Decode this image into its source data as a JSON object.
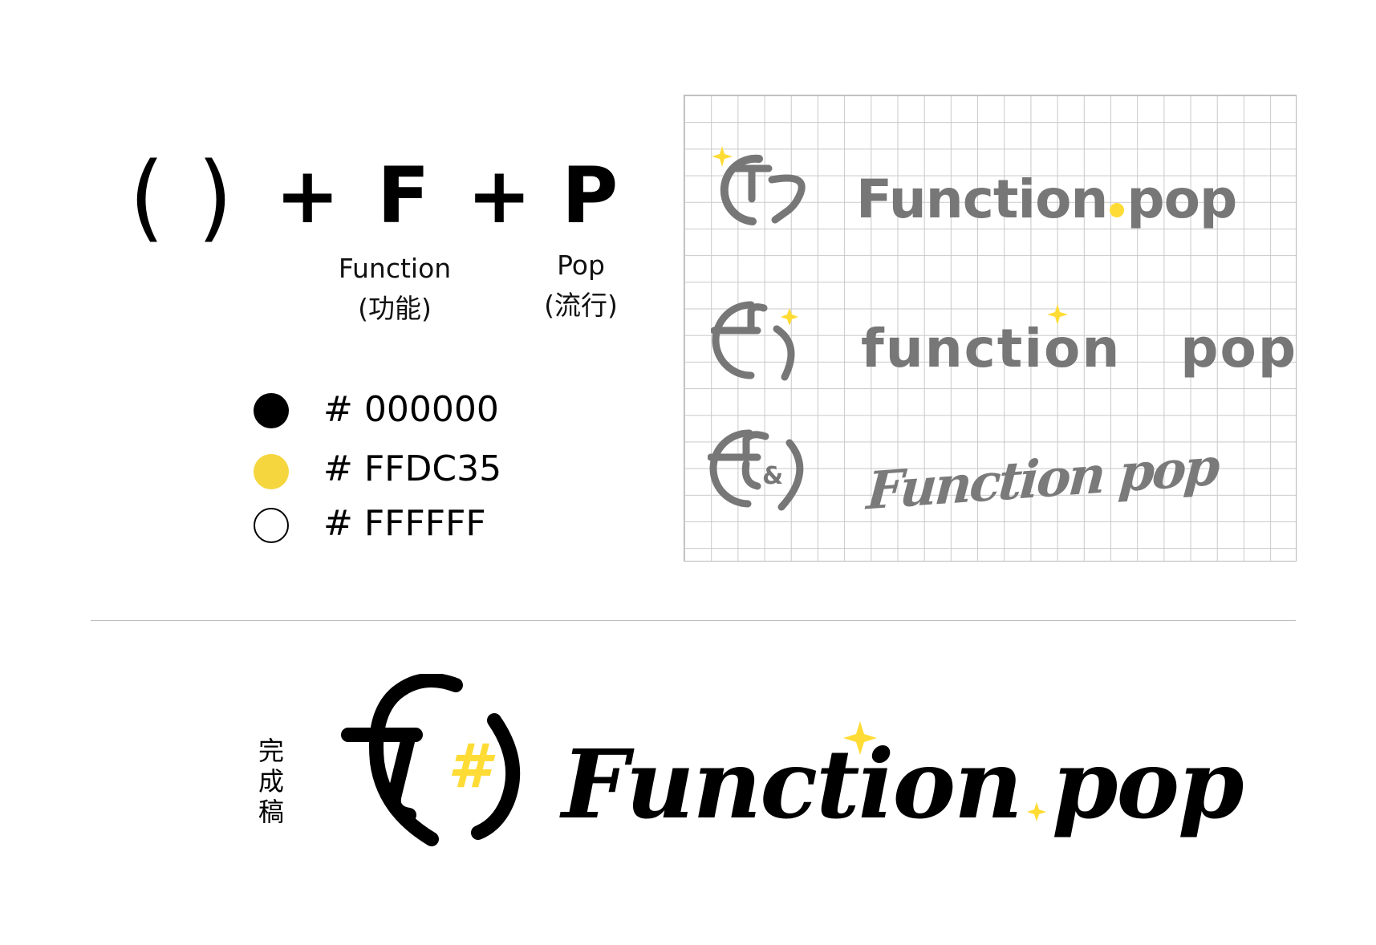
{
  "formula": {
    "paren_open": "(",
    "paren_close": ")",
    "plus": "+",
    "letter_f": "F",
    "letter_p": "P",
    "caption_f": {
      "en": "Function",
      "zh": "(功能)"
    },
    "caption_p": {
      "en": "Pop",
      "zh": "(流行)"
    }
  },
  "palette": [
    {
      "label": "# 000000",
      "color": "#000000"
    },
    {
      "label": "# FFDC35",
      "color": "#F5D63F"
    },
    {
      "label": "# FFFFFF",
      "color": "#FFFFFF"
    }
  ],
  "drafts": {
    "wordmark_1": {
      "main": "Function",
      "tail": "pop"
    },
    "wordmark_2": {
      "main": "function",
      "tail": "pop"
    },
    "wordmark_3": {
      "main": "Function pop"
    },
    "icon_3_glyph": "&"
  },
  "final": {
    "label": "完成稿",
    "icon_glyph": "#",
    "word_main": "Function",
    "word_tail": "pop"
  },
  "colors": {
    "accent_yellow": "#FFDC35",
    "draft_gray": "#777777",
    "grid_line": "#C9C9C9"
  }
}
